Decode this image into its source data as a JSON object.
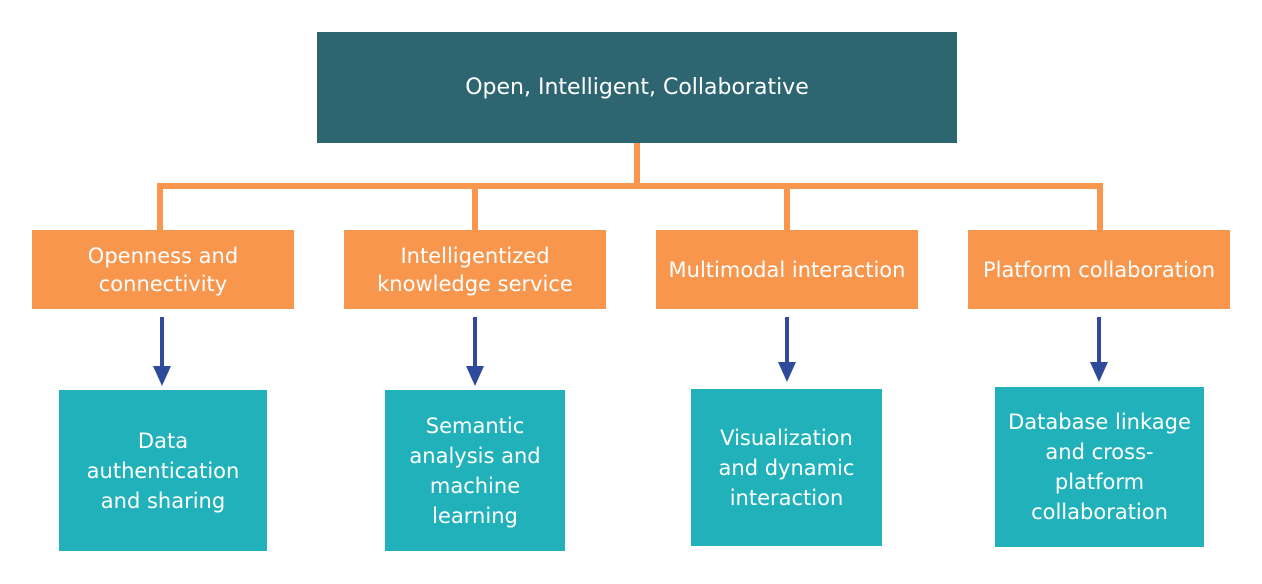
{
  "colors": {
    "root_fill": "#2d6670",
    "pillar_fill": "#f8964e",
    "leaf_fill": "#21b1ba",
    "connector_orange": "#f8964e",
    "arrow_blue": "#2e4a9a",
    "text": "#ffffff"
  },
  "root": {
    "label": "Open, Intelligent, Collaborative"
  },
  "pillars": [
    {
      "label": "Openness and connectivity"
    },
    {
      "label": "Intelligentized knowledge service"
    },
    {
      "label": "Multimodal interaction"
    },
    {
      "label": "Platform collaboration"
    }
  ],
  "leaves": [
    {
      "label": "Data authentication and sharing"
    },
    {
      "label": "Semantic analysis and machine learning"
    },
    {
      "label": "Visualization and dynamic interaction"
    },
    {
      "label": "Database linkage and cross-platform collaboration"
    }
  ]
}
